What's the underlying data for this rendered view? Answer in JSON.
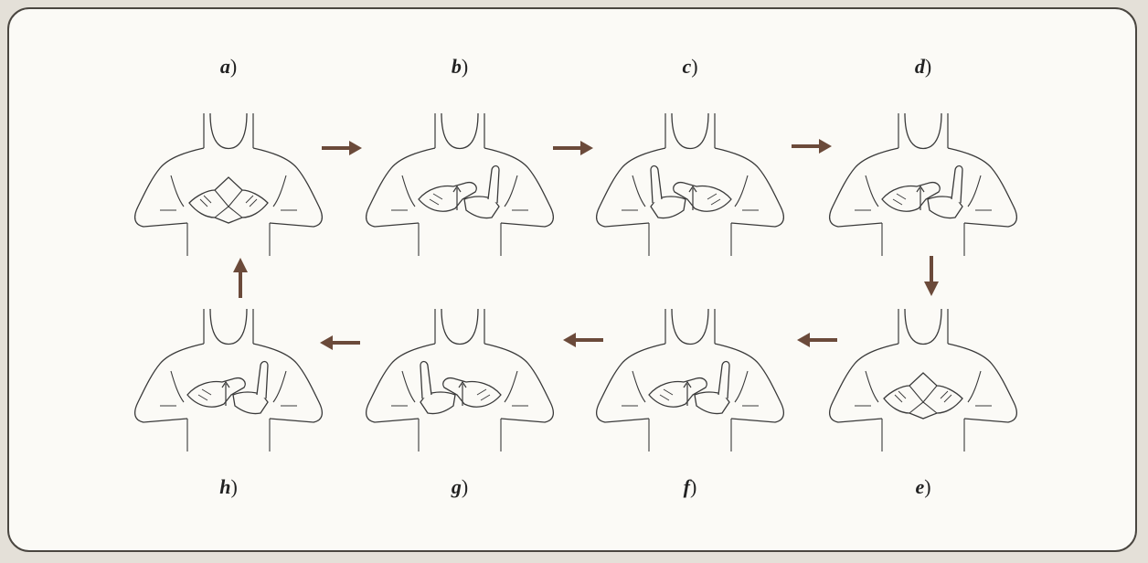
{
  "colors": {
    "arrow": "#6b4a3a",
    "line": "#3a3a3a",
    "frame": "#4a4640"
  },
  "panels": [
    {
      "id": "a",
      "letter": "a",
      "paren": ")",
      "hands": "diamond"
    },
    {
      "id": "b",
      "letter": "b",
      "paren": ")",
      "hands": "up-right"
    },
    {
      "id": "c",
      "letter": "c",
      "paren": ")",
      "hands": "up-left"
    },
    {
      "id": "d",
      "letter": "d",
      "paren": ")",
      "hands": "up-right"
    },
    {
      "id": "e",
      "letter": "e",
      "paren": ")",
      "hands": "diamond"
    },
    {
      "id": "f",
      "letter": "f",
      "paren": ")",
      "hands": "up-right"
    },
    {
      "id": "g",
      "letter": "g",
      "paren": ")",
      "hands": "up-left"
    },
    {
      "id": "h",
      "letter": "h",
      "paren": ")",
      "hands": "up-right"
    }
  ],
  "arrows": [
    {
      "from": "a",
      "to": "b",
      "direction": "right"
    },
    {
      "from": "b",
      "to": "c",
      "direction": "right"
    },
    {
      "from": "c",
      "to": "d",
      "direction": "right"
    },
    {
      "from": "d",
      "to": "e",
      "direction": "down"
    },
    {
      "from": "e",
      "to": "f",
      "direction": "left"
    },
    {
      "from": "f",
      "to": "g",
      "direction": "left"
    },
    {
      "from": "g",
      "to": "h",
      "direction": "left"
    },
    {
      "from": "h",
      "to": "a",
      "direction": "up"
    }
  ]
}
